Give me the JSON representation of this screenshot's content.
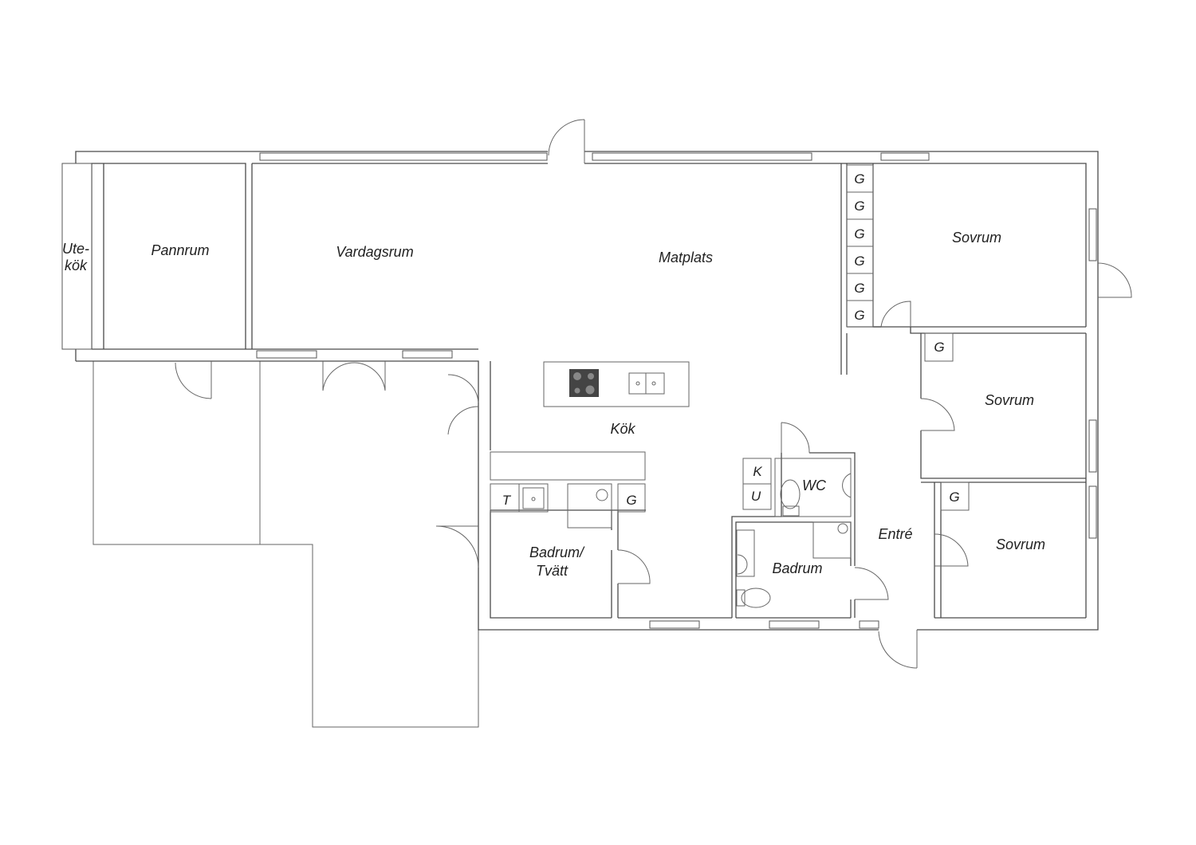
{
  "rooms": {
    "utekok_1": "Ute-",
    "utekok_2": "kök",
    "pannrum": "Pannrum",
    "vardagsrum": "Vardagsrum",
    "matplats": "Matplats",
    "kok": "Kök",
    "sovrum_1": "Sovrum",
    "sovrum_2": "Sovrum",
    "sovrum_3": "Sovrum",
    "badrum_tvatt_1": "Badrum/",
    "badrum_tvatt_2": "Tvätt",
    "wc": "WC",
    "badrum": "Badrum",
    "entre": "Entré"
  },
  "fixtures": {
    "wardrobe": "G",
    "dryer": "T",
    "fridge": "K",
    "oven": "U"
  }
}
